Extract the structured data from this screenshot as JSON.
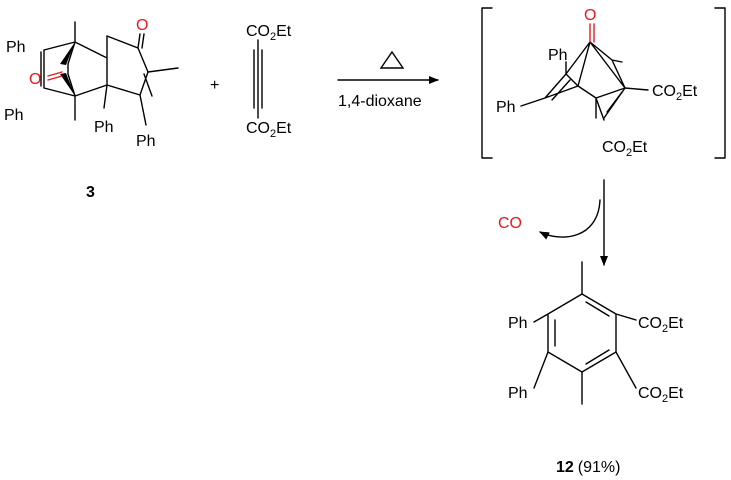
{
  "reactant_3": {
    "ph_upper": "Ph",
    "ph_lower": "Ph",
    "ph_bridgehead": "Ph",
    "ph_alkene": "Ph",
    "oxygen_bridge": "O",
    "oxygen_ketone": "O",
    "compound_number": "3"
  },
  "plus_sign": "+",
  "alkyne": {
    "ester_top": "CO2Et",
    "ester_bottom": "CO2Et"
  },
  "arrow": {
    "heat_symbol": "△",
    "solvent": "1,4-dioxane"
  },
  "intermediate": {
    "ph_upper": "Ph",
    "ph_lower": "Ph",
    "oxygen": "O",
    "ester_right": "CO2Et",
    "ester_bottom": "CO2Et"
  },
  "extrusion": {
    "co_label": "CO"
  },
  "product_12": {
    "ph_upper": "Ph",
    "ph_lower": "Ph",
    "ester_upper": "CO2Et",
    "ester_lower": "CO2Et",
    "compound_number": "12",
    "yield": "(91%)"
  },
  "colors": {
    "oxygen_red": "#e8191e",
    "ink": "#000000"
  }
}
